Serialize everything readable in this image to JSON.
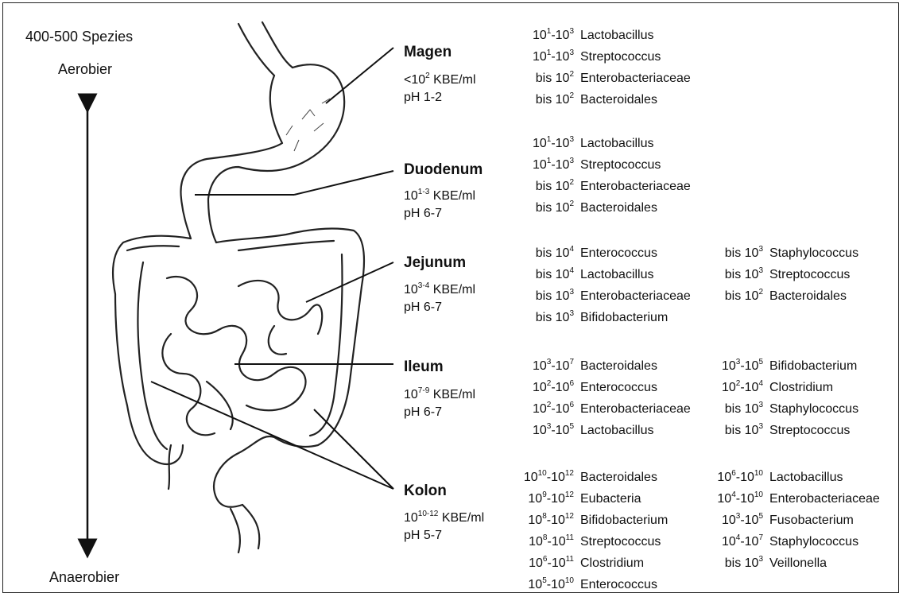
{
  "header": {
    "species_count": "400-500 Spezies",
    "aerobic_label": "Aerobier",
    "anaerobic_label": "Anaerobier"
  },
  "regions": [
    {
      "name": "Magen",
      "density_prefix": "<10",
      "density_exp": "2",
      "density_unit": "KBE/ml",
      "ph": "pH 1-2",
      "col1": [
        {
          "prefix": "10",
          "exp1": "1",
          "mid": "-10",
          "exp2": "3",
          "organism": "Lactobacillus"
        },
        {
          "prefix": "10",
          "exp1": "1",
          "mid": "-10",
          "exp2": "3",
          "organism": "Streptococcus"
        },
        {
          "prefix": "bis 10",
          "exp1": "2",
          "mid": "",
          "exp2": "",
          "organism": "Enterobacteriaceae"
        },
        {
          "prefix": "bis 10",
          "exp1": "2",
          "mid": "",
          "exp2": "",
          "organism": "Bacteroidales"
        }
      ],
      "col2": []
    },
    {
      "name": "Duodenum",
      "density_prefix": "10",
      "density_exp": "1-3",
      "density_unit": "KBE/ml",
      "ph": "pH 6-7",
      "col1": [
        {
          "prefix": "10",
          "exp1": "1",
          "mid": "-10",
          "exp2": "3",
          "organism": "Lactobacillus"
        },
        {
          "prefix": "10",
          "exp1": "1",
          "mid": "-10",
          "exp2": "3",
          "organism": "Streptococcus"
        },
        {
          "prefix": "bis 10",
          "exp1": "2",
          "mid": "",
          "exp2": "",
          "organism": "Enterobacteriaceae"
        },
        {
          "prefix": "bis 10",
          "exp1": "2",
          "mid": "",
          "exp2": "",
          "organism": "Bacteroidales"
        }
      ],
      "col2": []
    },
    {
      "name": "Jejunum",
      "density_prefix": "10",
      "density_exp": "3-4",
      "density_unit": "KBE/ml",
      "ph": "pH 6-7",
      "col1": [
        {
          "prefix": "bis 10",
          "exp1": "4",
          "mid": "",
          "exp2": "",
          "organism": "Enterococcus"
        },
        {
          "prefix": "bis 10",
          "exp1": "4",
          "mid": "",
          "exp2": "",
          "organism": "Lactobacillus"
        },
        {
          "prefix": "bis 10",
          "exp1": "3",
          "mid": "",
          "exp2": "",
          "organism": "Enterobacteriaceae"
        },
        {
          "prefix": "bis 10",
          "exp1": "3",
          "mid": "",
          "exp2": "",
          "organism": "Bifidobacterium"
        }
      ],
      "col2": [
        {
          "prefix": "bis 10",
          "exp1": "3",
          "mid": "",
          "exp2": "",
          "organism": "Staphylococcus"
        },
        {
          "prefix": "bis 10",
          "exp1": "3",
          "mid": "",
          "exp2": "",
          "organism": "Streptococcus"
        },
        {
          "prefix": "bis 10",
          "exp1": "2",
          "mid": "",
          "exp2": "",
          "organism": "Bacteroidales"
        }
      ]
    },
    {
      "name": "Ileum",
      "density_prefix": "10",
      "density_exp": "7-9",
      "density_unit": "KBE/ml",
      "ph": "pH 6-7",
      "col1": [
        {
          "prefix": "10",
          "exp1": "3",
          "mid": "-10",
          "exp2": "7",
          "organism": "Bacteroidales"
        },
        {
          "prefix": "10",
          "exp1": "2",
          "mid": "-10",
          "exp2": "6",
          "organism": "Enterococcus"
        },
        {
          "prefix": "10",
          "exp1": "2",
          "mid": "-10",
          "exp2": "6",
          "organism": "Enterobacteriaceae"
        },
        {
          "prefix": "10",
          "exp1": "3",
          "mid": "-10",
          "exp2": "5",
          "organism": "Lactobacillus"
        }
      ],
      "col2": [
        {
          "prefix": "10",
          "exp1": "3",
          "mid": "-10",
          "exp2": "5",
          "organism": "Bifidobacterium"
        },
        {
          "prefix": "10",
          "exp1": "2",
          "mid": "-10",
          "exp2": "4",
          "organism": "Clostridium"
        },
        {
          "prefix": "bis 10",
          "exp1": "3",
          "mid": "",
          "exp2": "",
          "organism": "Staphylococcus"
        },
        {
          "prefix": "bis 10",
          "exp1": "3",
          "mid": "",
          "exp2": "",
          "organism": "Streptococcus"
        }
      ]
    },
    {
      "name": "Kolon",
      "density_prefix": "10",
      "density_exp": "10-12",
      "density_unit": "KBE/ml",
      "ph": "pH 5-7",
      "col1": [
        {
          "prefix": "10",
          "exp1": "10",
          "mid": "-10",
          "exp2": "12",
          "organism": "Bacteroidales"
        },
        {
          "prefix": "10",
          "exp1": "9",
          "mid": "-10",
          "exp2": "12",
          "organism": "Eubacteria"
        },
        {
          "prefix": "10",
          "exp1": "8",
          "mid": "-10",
          "exp2": "12",
          "organism": "Bifidobacterium"
        },
        {
          "prefix": "10",
          "exp1": "8",
          "mid": "-10",
          "exp2": "11",
          "organism": "Streptococcus"
        },
        {
          "prefix": "10",
          "exp1": "6",
          "mid": "-10",
          "exp2": "11",
          "organism": "Clostridium"
        },
        {
          "prefix": "10",
          "exp1": "5",
          "mid": "-10",
          "exp2": "10",
          "organism": "Enterococcus"
        }
      ],
      "col2": [
        {
          "prefix": "10",
          "exp1": "6",
          "mid": "-10",
          "exp2": "10",
          "organism": "Lactobacillus"
        },
        {
          "prefix": "10",
          "exp1": "4",
          "mid": "-10",
          "exp2": "10",
          "organism": "Enterobacteriaceae"
        },
        {
          "prefix": "10",
          "exp1": "3",
          "mid": "-10",
          "exp2": "5",
          "organism": "Fusobacterium"
        },
        {
          "prefix": "10",
          "exp1": "4",
          "mid": "-10",
          "exp2": "7",
          "organism": "Staphylococcus"
        },
        {
          "prefix": "bis 10",
          "exp1": "3",
          "mid": "",
          "exp2": "",
          "organism": "Veillonella"
        }
      ]
    }
  ]
}
